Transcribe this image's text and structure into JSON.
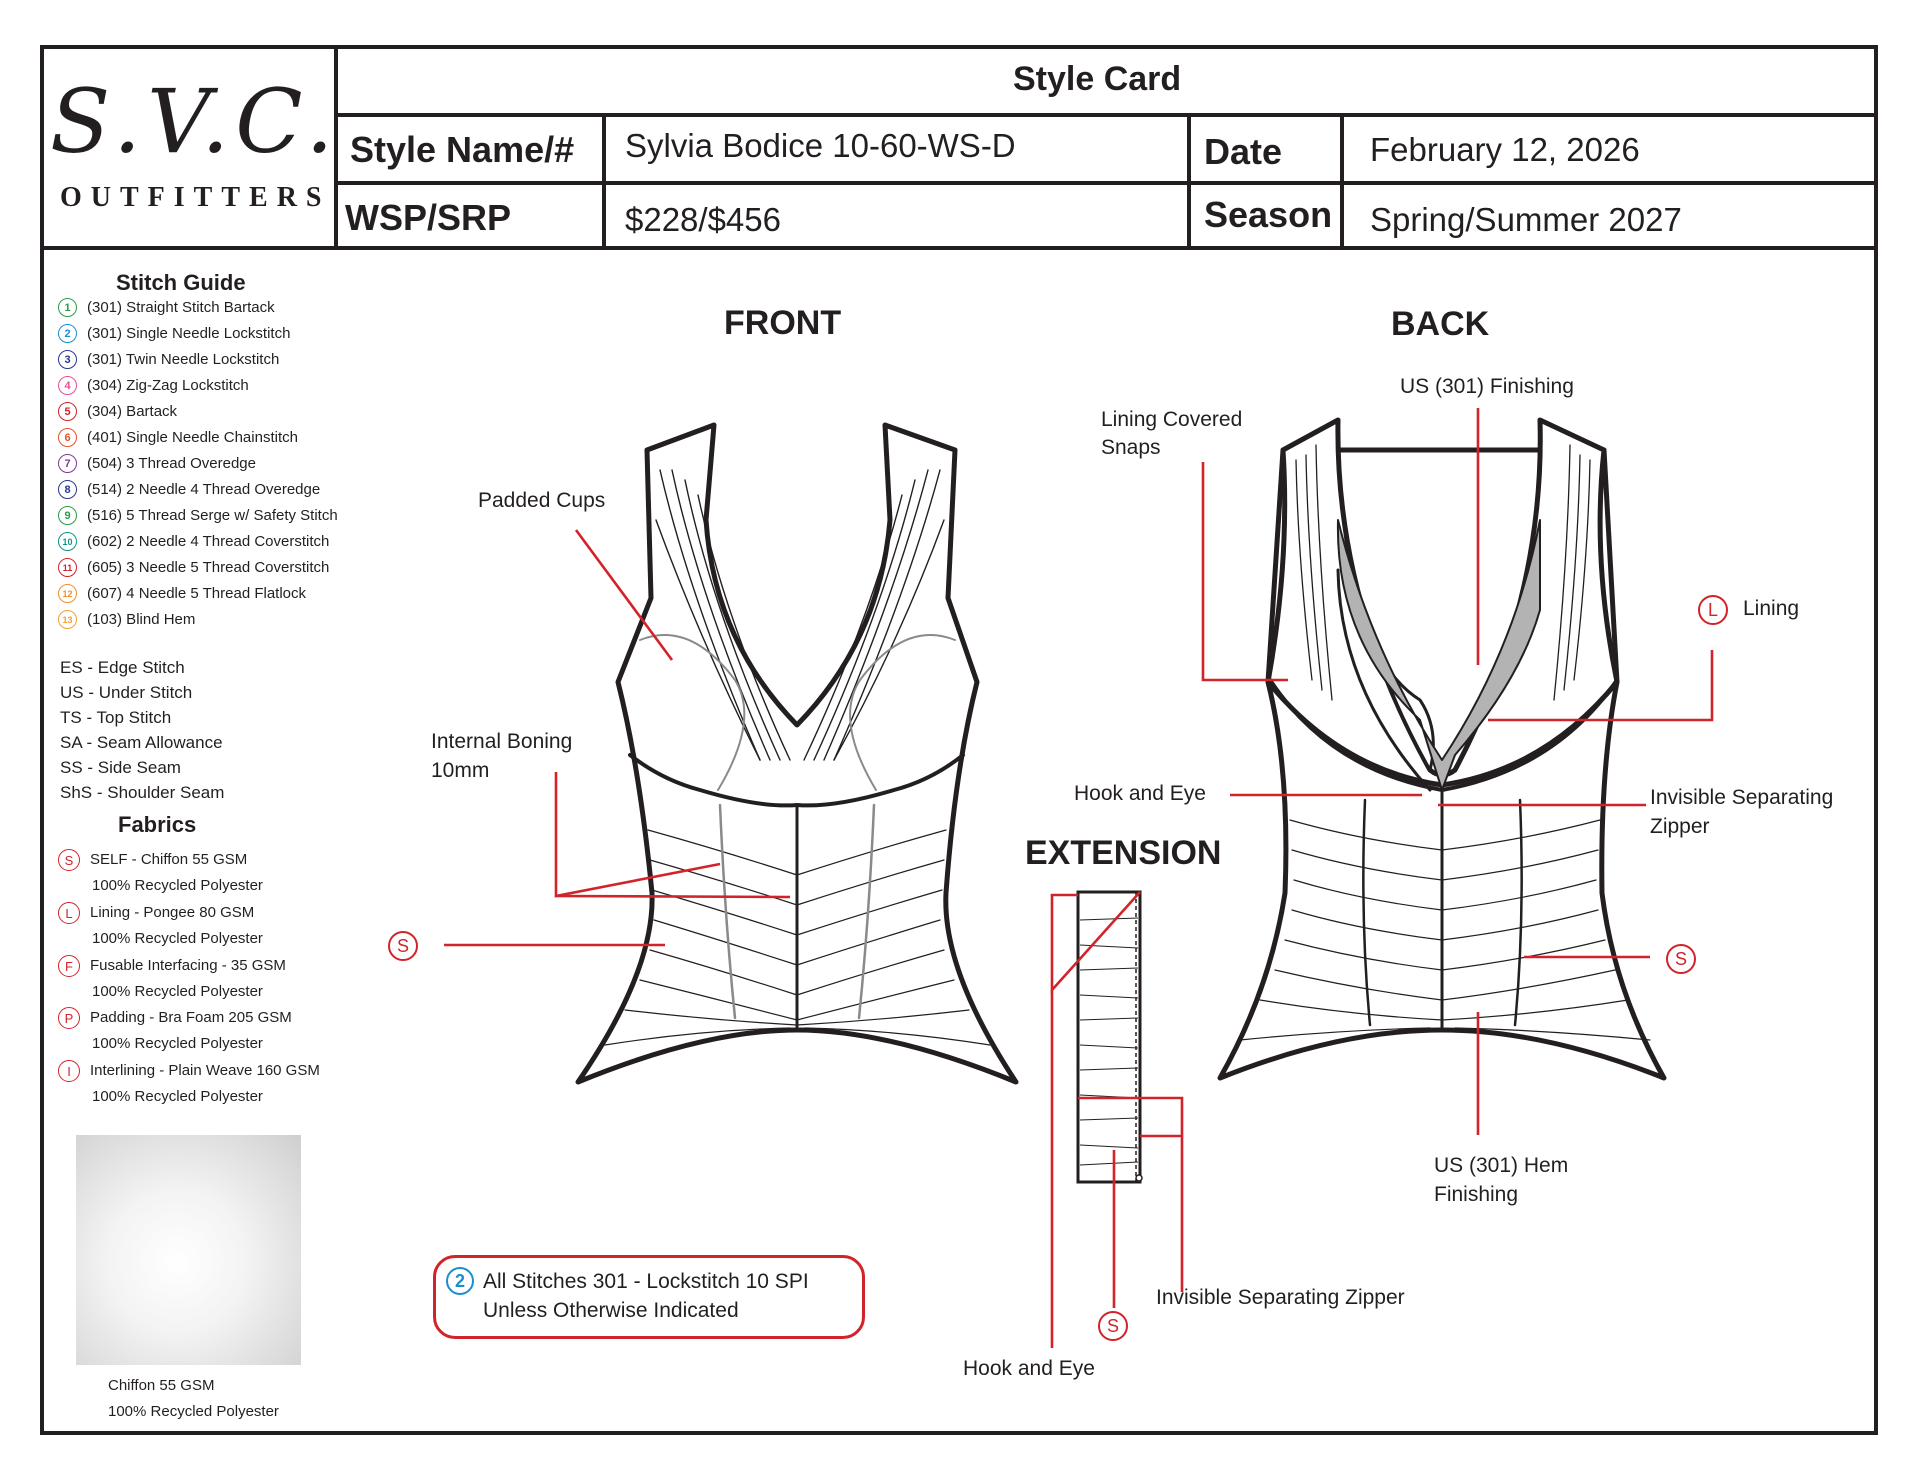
{
  "header": {
    "logo_script": "S.V.C.",
    "logo_sub": "OUTFITTERS",
    "title": "Style Card",
    "style_name_label": "Style Name/#",
    "style_name_value": "Sylvia Bodice 10-60-WS-D",
    "date_label": "Date",
    "date_value": "February 12, 2026",
    "price_label": "WSP/SRP",
    "price_value": "$228/$456",
    "season_label": "Season",
    "season_value": "Spring/Summer 2027"
  },
  "stitch_guide": {
    "title": "Stitch Guide",
    "items": [
      {
        "num": "1",
        "label": "(301) Straight Stitch Bartack",
        "color": "#2e9b47"
      },
      {
        "num": "2",
        "label": "(301) Single Needle Lockstitch",
        "color": "#1a8fd0"
      },
      {
        "num": "3",
        "label": "(301) Twin Needle Lockstitch",
        "color": "#2a3590"
      },
      {
        "num": "4",
        "label": "(304) Zig-Zag Lockstitch",
        "color": "#e0509a"
      },
      {
        "num": "5",
        "label": "(304) Bartack",
        "color": "#d2232a"
      },
      {
        "num": "6",
        "label": "(401) Single Needle Chainstitch",
        "color": "#e8502a"
      },
      {
        "num": "7",
        "label": "(504) 3 Thread Overedge",
        "color": "#7a3a96"
      },
      {
        "num": "8",
        "label": "(514) 2 Needle 4 Thread Overedge",
        "color": "#2a3590"
      },
      {
        "num": "9",
        "label": "(516) 5 Thread Serge w/ Safety Stitch",
        "color": "#2e9b47"
      },
      {
        "num": "10",
        "label": "(602) 2 Needle 4 Thread Coverstitch",
        "color": "#0d9488"
      },
      {
        "num": "11",
        "label": "(605) 3 Needle 5 Thread Coverstitch",
        "color": "#d2232a"
      },
      {
        "num": "12",
        "label": "(607) 4 Needle 5 Thread Flatlock",
        "color": "#f0902a"
      },
      {
        "num": "13",
        "label": "(103) Blind Hem",
        "color": "#f0a030"
      }
    ]
  },
  "abbreviations": [
    "ES - Edge Stitch",
    "US - Under Stitch",
    "TS - Top Stitch",
    "SA - Seam Allowance",
    "SS - Side Seam",
    "ShS - Shoulder Seam"
  ],
  "fabrics": {
    "title": "Fabrics",
    "items": [
      {
        "badge": "S",
        "label": "SELF - Chiffon 55 GSM",
        "sub": "100% Recycled Polyester"
      },
      {
        "badge": "L",
        "label": "Lining - Pongee 80 GSM",
        "sub": "100% Recycled Polyester"
      },
      {
        "badge": "F",
        "label": "Fusable Interfacing - 35 GSM",
        "sub": "100% Recycled Polyester"
      },
      {
        "badge": "P",
        "label": "Padding - Bra Foam 205 GSM",
        "sub": "100% Recycled Polyester"
      },
      {
        "badge": "I",
        "label": "Interlining - Plain Weave  160 GSM",
        "sub": "100% Recycled Polyester"
      }
    ]
  },
  "swatch": {
    "caption1": "Chiffon 55 GSM",
    "caption2": "100% Recycled Polyester"
  },
  "views": {
    "front": "FRONT",
    "back": "BACK",
    "extension": "EXTENSION"
  },
  "callouts": {
    "padded_cups": "Padded Cups",
    "internal_boning_1": "Internal Boning",
    "internal_boning_2": "10mm",
    "front_self_badge": "S",
    "lining_covered_snaps_1": "Lining Covered",
    "lining_covered_snaps_2": "Snaps",
    "us_finishing": "US (301) Finishing",
    "lining_badge": "L",
    "lining": "Lining",
    "hook_and_eye_back": "Hook and Eye",
    "invisible_zipper_back_1": "Invisible Separating",
    "invisible_zipper_back_2": "Zipper",
    "back_self_badge": "S",
    "us_hem_1": "US (301) Hem",
    "us_hem_2": "Finishing",
    "ext_self_badge": "S",
    "ext_invisible_zipper": "Invisible Separating Zipper",
    "ext_hook_and_eye": "Hook and Eye"
  },
  "note": {
    "icon": "2",
    "line1": "All Stitches 301 - Lockstitch 10 SPI",
    "line2": "Unless Otherwise Indicated"
  },
  "colors": {
    "red": "#d2232a",
    "ink": "#231f20",
    "lining_fill": "#b3b3b3"
  }
}
